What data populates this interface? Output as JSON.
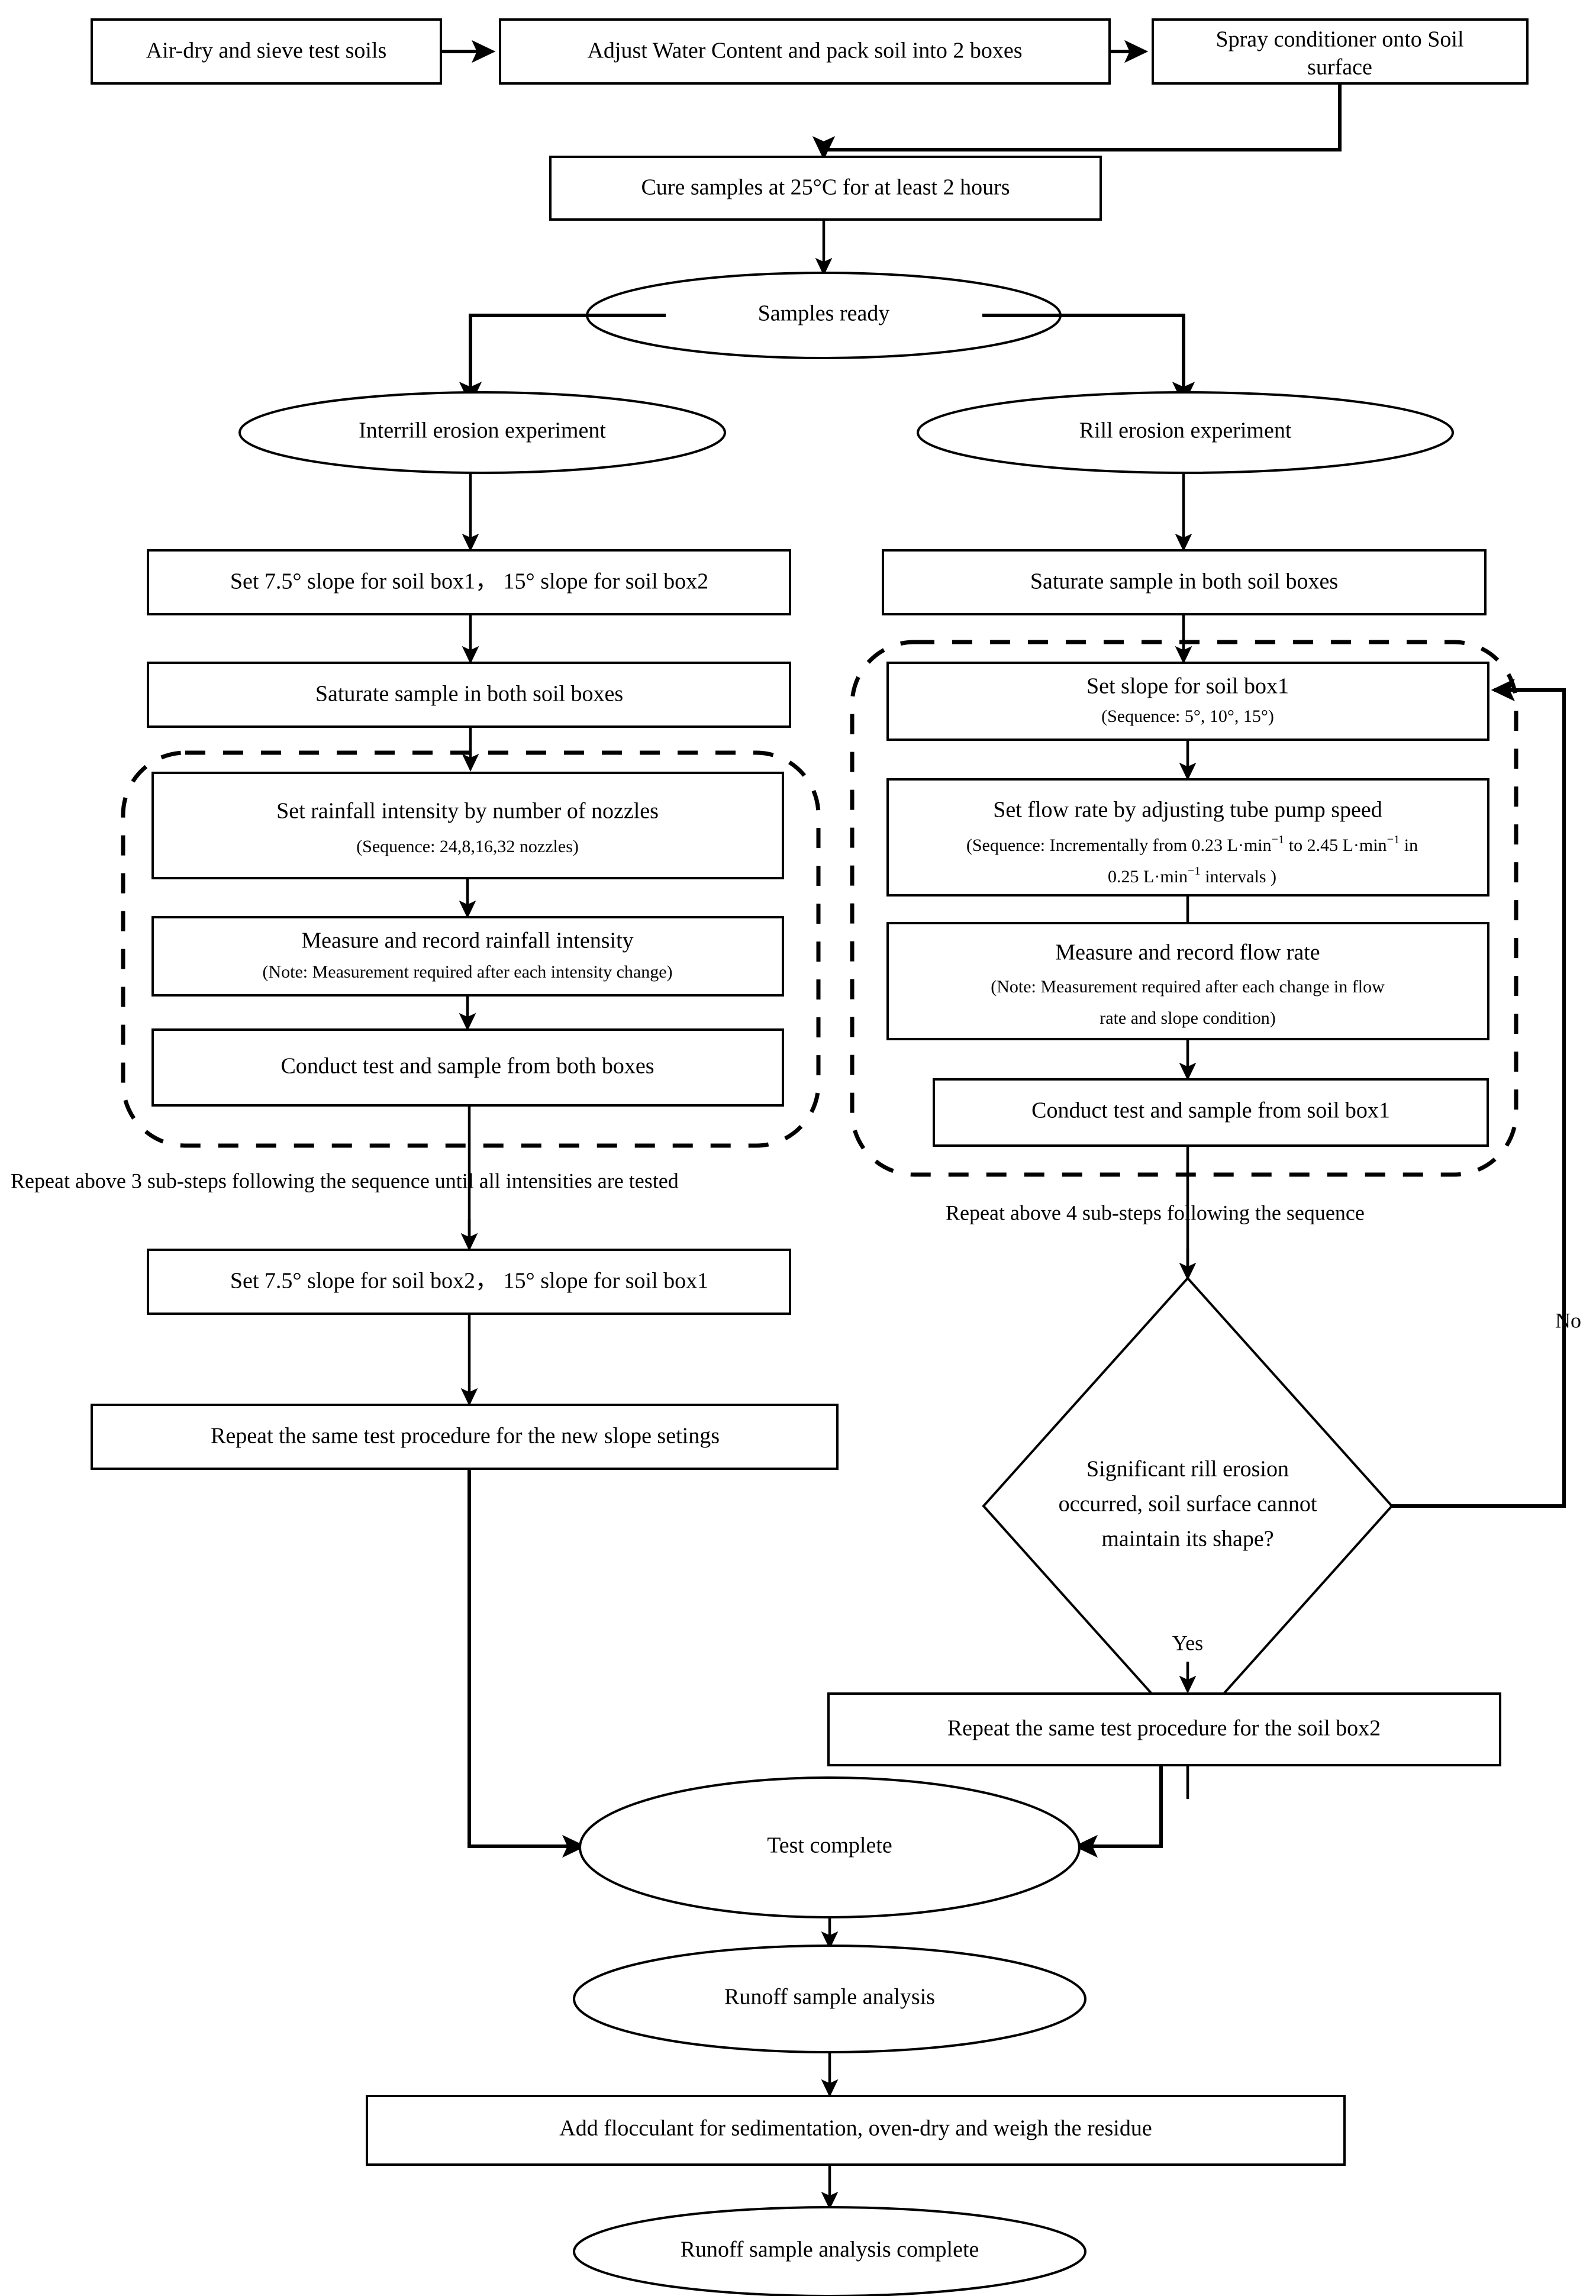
{
  "diagram": {
    "title": "Soil erosion experimental procedure flowchart",
    "type": "flowchart",
    "background_color": "#ffffff",
    "line_color": "#000000",
    "text_color": "#000000"
  },
  "nodes": {
    "air_dry": {
      "label": "Air-dry and sieve test soils",
      "shape": "rect"
    },
    "adjust_water": {
      "label": "Adjust Water Content and pack soil into 2 boxes",
      "shape": "rect"
    },
    "spray_line1": {
      "label": "Spray conditioner onto Soil",
      "shape": "rect"
    },
    "spray_line2": {
      "label": "surface"
    },
    "cure": {
      "label": "Cure samples at 25°C for at least 2 hours",
      "shape": "rect"
    },
    "samples_ready": {
      "label": "Samples ready",
      "shape": "ellipse"
    },
    "interrill": {
      "label": "Interrill erosion experiment",
      "shape": "ellipse"
    },
    "rill": {
      "label": "Rill erosion experiment",
      "shape": "ellipse"
    },
    "set_slope_left": {
      "label": "Set 7.5° slope for soil box1， 15° slope for soil box2",
      "shape": "rect"
    },
    "saturate_left": {
      "label": "Saturate sample in both soil boxes",
      "shape": "rect"
    },
    "saturate_right": {
      "label": "Saturate sample in both soil boxes",
      "shape": "rect"
    },
    "set_rainfall_main": {
      "label": "Set rainfall intensity by number of nozzles",
      "shape": "rect"
    },
    "set_rainfall_note": {
      "label": "(Sequence: 24,8,16,32 nozzles)"
    },
    "measure_rainfall_main": {
      "label": "Measure and record rainfall intensity",
      "shape": "rect"
    },
    "measure_rainfall_note": {
      "label": "(Note: Measurement required after each intensity change)"
    },
    "conduct_left": {
      "label": "Conduct test and sample from both boxes",
      "shape": "rect"
    },
    "set_slope_box1_main": {
      "label": "Set slope for soil box1",
      "shape": "rect"
    },
    "set_slope_box1_note": {
      "label": "(Sequence: 5°, 10°, 15°)"
    },
    "set_flow_main": {
      "label": "Set flow rate by adjusting tube pump speed",
      "shape": "rect"
    },
    "set_flow_note_1a": {
      "label": "(Sequence: Incrementally from 0.23 L·min"
    },
    "set_flow_note_1b": {
      "label": "−1"
    },
    "set_flow_note_1c": {
      "label": " to 2.45 L·min"
    },
    "set_flow_note_1d": {
      "label": "−1"
    },
    "set_flow_note_1e": {
      "label": " in"
    },
    "set_flow_note_2a": {
      "label": "0.25 L·min"
    },
    "set_flow_note_2b": {
      "label": "−1"
    },
    "set_flow_note_2c": {
      "label": " intervals )"
    },
    "measure_flow_main": {
      "label": "Measure and record flow rate",
      "shape": "rect"
    },
    "measure_flow_note_1": {
      "label": "(Note: Measurement required after each change in flow"
    },
    "measure_flow_note_2": {
      "label": "rate and slope condition)"
    },
    "conduct_right": {
      "label": "Conduct test and sample from soil box1",
      "shape": "rect"
    },
    "set_slope_left2": {
      "label": "Set 7.5° slope for soil box2， 15° slope for soil box1",
      "shape": "rect"
    },
    "repeat_new_slope": {
      "label": "Repeat the same test procedure for the new slope setings",
      "shape": "rect"
    },
    "decision_line1": {
      "label": "Significant rill erosion",
      "shape": "diamond"
    },
    "decision_line2": {
      "label": "occurred, soil surface cannot"
    },
    "decision_line3": {
      "label": "maintain its shape?"
    },
    "repeat_box2": {
      "label": "Repeat the same test procedure for the soil box2",
      "shape": "rect"
    },
    "test_complete": {
      "label": "Test complete",
      "shape": "ellipse"
    },
    "runoff_analysis": {
      "label": "Runoff sample analysis",
      "shape": "ellipse"
    },
    "add_flocculant": {
      "label": "Add flocculant for sedimentation, oven-dry and weigh the residue",
      "shape": "rect"
    },
    "runoff_complete": {
      "label": "Runoff sample analysis complete",
      "shape": "ellipse"
    }
  },
  "annotations": {
    "repeat_left": "Repeat above 3 sub-steps following the sequence until all intensities are tested",
    "repeat_right": "Repeat above 4 sub-steps following the sequence",
    "branch_no": "No",
    "branch_yes": "Yes"
  }
}
